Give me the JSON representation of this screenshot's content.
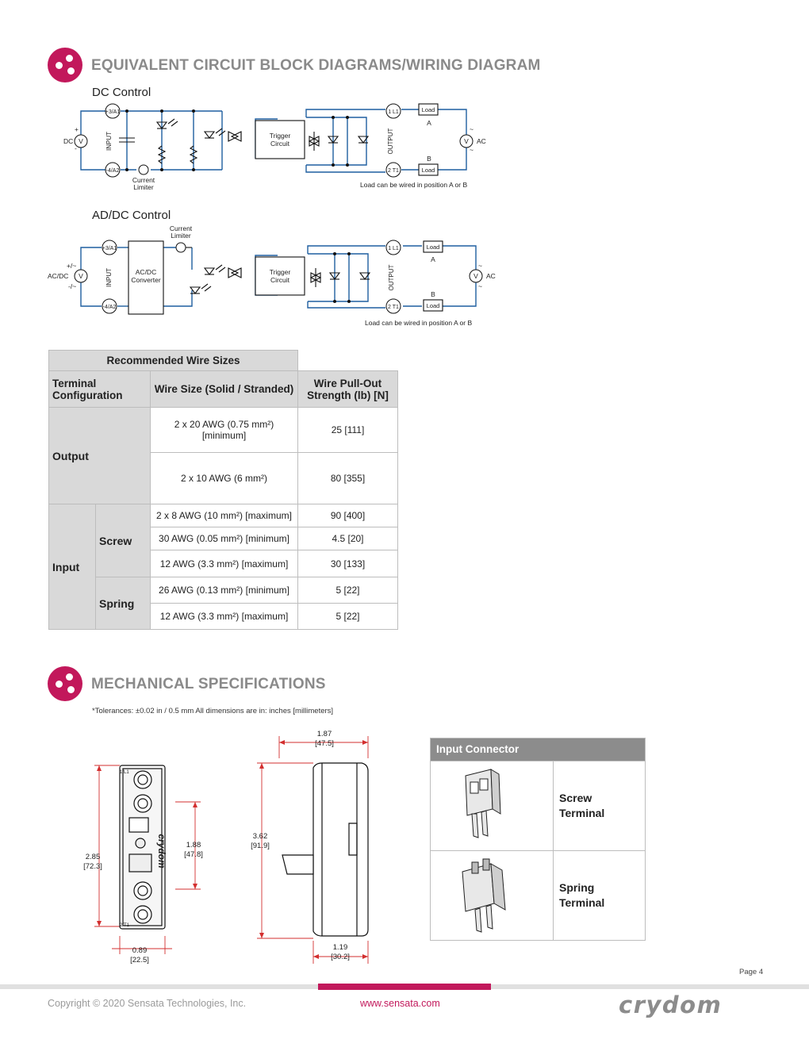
{
  "section1": {
    "title": "EQUIVALENT CIRCUIT BLOCK DIAGRAMS/WIRING DIAGRAM"
  },
  "dc_diagram": {
    "title": "DC Control",
    "plus_in": "+3/A1",
    "minus_in": "-4/A2",
    "source_label": "DC",
    "source_symbol": "V",
    "plus": "+",
    "minus": "-",
    "input_label": "INPUT",
    "limiter_label_1": "Current",
    "limiter_label_2": "Limiter",
    "trigger_1": "Trigger",
    "trigger_2": "Circuit",
    "output_label": "OUTPUT",
    "term_top": "1 L1",
    "term_bottom": "2 T1",
    "load": "Load",
    "pos_a": "A",
    "pos_b": "B",
    "ac_label": "AC",
    "ac_symbol": "V",
    "tilde": "~",
    "note": "Load can be wired in position A or B"
  },
  "acdc_diagram": {
    "title": "AD/DC Control",
    "plus_in": "+3/A1",
    "minus_in": "-4/A2",
    "source_label": "AC/DC",
    "source_symbol": "V",
    "plus": "+/~",
    "minus": "-/~",
    "input_label": "INPUT",
    "converter_1": "AC/DC",
    "converter_2": "Converter",
    "limiter_label_1": "Current",
    "limiter_label_2": "Limiter",
    "trigger_1": "Trigger",
    "trigger_2": "Circuit",
    "output_label": "OUTPUT",
    "term_top": "1 L1",
    "term_bottom": "2 T1",
    "load": "Load",
    "pos_a": "A",
    "pos_b": "B",
    "ac_label": "AC",
    "ac_symbol": "V",
    "tilde": "~",
    "note": "Load can be wired in position A or B"
  },
  "wire_table": {
    "title": "Recommended Wire Sizes",
    "headers": [
      "Terminal Configuration",
      "Wire Size (Solid / Stranded)",
      "Wire Pull-Out Strength (lb) [N]"
    ],
    "output_label": "Output",
    "input_label": "Input",
    "screw_label": "Screw",
    "spring_label": "Spring",
    "rows": [
      {
        "size": "2 x 20 AWG (0.75 mm²) [minimum]",
        "strength": "25 [111]"
      },
      {
        "size": "2 x 10 AWG (6 mm²)",
        "strength": "80 [355]"
      },
      {
        "size": "2 x 8 AWG (10 mm²) [maximum]",
        "strength": "90 [400]"
      },
      {
        "size": "30 AWG (0.05 mm²) [minimum]",
        "strength": "4.5 [20]"
      },
      {
        "size": "12 AWG (3.3 mm²) [maximum]",
        "strength": "30 [133]"
      },
      {
        "size": "26 AWG (0.13 mm²) [minimum]",
        "strength": "5 [22]"
      },
      {
        "size": "12 AWG (3.3 mm²) [maximum]",
        "strength": "5 [22]"
      }
    ]
  },
  "section2": {
    "title": "MECHANICAL SPECIFICATIONS",
    "tolerance": "*Tolerances: ±0.02 in / 0.5 mm All dimensions are in: inches [millimeters]"
  },
  "dims": {
    "height_in": "2.85",
    "height_mm": "[72.3]",
    "inner_in": "1.88",
    "inner_mm": "[47.8]",
    "width_in": "0.89",
    "width_mm": "[22.5]",
    "depth_in": "1.87",
    "depth_mm": "[47.5]",
    "side_height_in": "3.62",
    "side_height_mm": "[91.9]",
    "side_depth_in": "1.19",
    "side_depth_mm": "[30.2]",
    "term_top": "1/L1",
    "term_bottom": "2/T1",
    "brand_vertical": "crydom"
  },
  "connector_table": {
    "title": "Input Connector",
    "rows": [
      {
        "line1": "Screw",
        "line2": "Terminal"
      },
      {
        "line1": "Spring",
        "line2": "Terminal"
      }
    ]
  },
  "page_number": "Page 4",
  "footer": {
    "copyright": "Copyright © 2020 Sensata Technologies, Inc.",
    "url": "www.sensata.com",
    "logo": "crydom"
  },
  "colors": {
    "accent": "#c2185b",
    "wire": "#1f5fa0",
    "heading_grey": "#8a8a8a"
  }
}
